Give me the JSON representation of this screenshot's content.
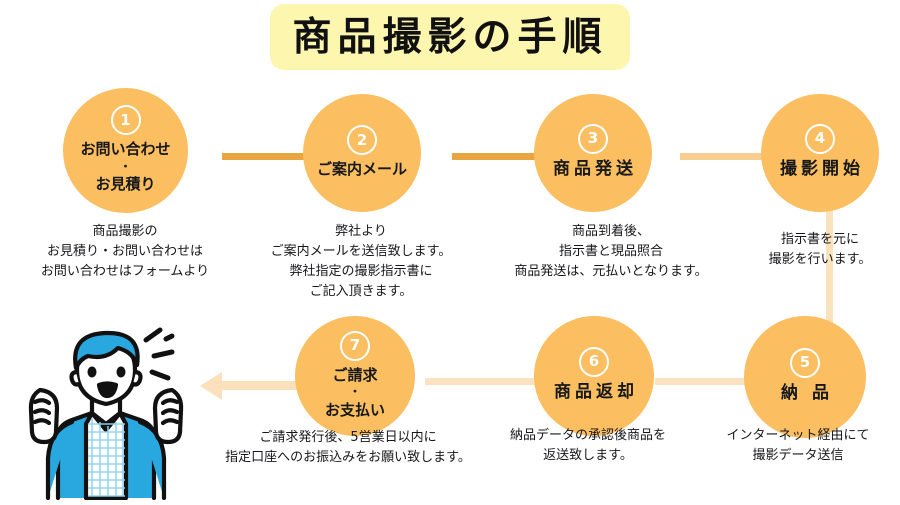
{
  "page": {
    "title": "商品撮影の手順",
    "colors": {
      "title_bg": "#FCF6AE",
      "node_fill": "#FBBE60",
      "connector_strong": "#E9A540",
      "connector_soft": "#F7CE90",
      "connector_pale": "#FBE3C2",
      "arrow": "#FCE0BC",
      "text": "#17181A",
      "illustration_blue": "#29A8E0"
    }
  },
  "steps": [
    {
      "number": "①",
      "badge": "1",
      "label_lines": [
        "お問い合わせ",
        "・",
        "お見積り"
      ],
      "caption": "商品撮影の\nお見積り・お問い合わせは\nお問い合わせはフォームより"
    },
    {
      "number": "②",
      "badge": "2",
      "label_lines": [
        "ご案内メール"
      ],
      "caption": "弊社より\nご案内メールを送信致します。\n弊社指定の撮影指示書に\nご記入頂きます。"
    },
    {
      "number": "③",
      "badge": "3",
      "label_lines": [
        "商品発送"
      ],
      "caption": "商品到着後、\n指示書と現品照合\n商品発送は、元払いとなります。"
    },
    {
      "number": "④",
      "badge": "4",
      "label_lines": [
        "撮影開始"
      ],
      "caption": "指示書を元に\n撮影を行います。"
    },
    {
      "number": "⑤",
      "badge": "5",
      "label_lines": [
        "納 品"
      ],
      "caption": "インターネット経由にて\n撮影データ送信"
    },
    {
      "number": "⑥",
      "badge": "6",
      "label_lines": [
        "商品返却"
      ],
      "caption": "納品データの承認後商品を\n返送致します。"
    },
    {
      "number": "⑦",
      "badge": "7",
      "label_lines": [
        "ご請求",
        "・",
        "お支払い"
      ],
      "caption": "ご請求発行後、5営業日以内に\n指定口座へのお振込みをお願い致します。"
    }
  ],
  "illustration": {
    "name": "happy-person-illustration",
    "description": "喜ぶ人物イラスト"
  }
}
